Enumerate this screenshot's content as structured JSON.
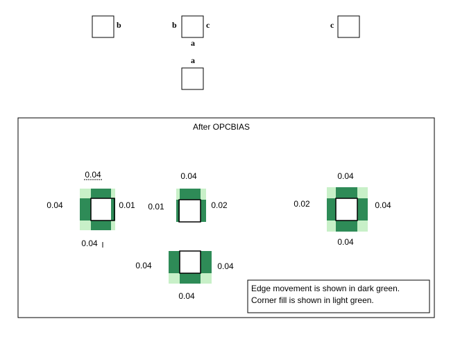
{
  "top_labels": {
    "b_left": "b",
    "b_mid": "b",
    "c_mid": "c",
    "a_mid": "a",
    "c_right": "c",
    "a_bottom": "a"
  },
  "panel": {
    "title": "After OPCBIAS",
    "left": {
      "top": "0.04",
      "left": "0.04",
      "right": "0.01",
      "bottom": "0.04"
    },
    "middle": {
      "top": "0.04",
      "left": "0.01",
      "right": "0.02"
    },
    "right": {
      "top": "0.04",
      "left": "0.02",
      "right": "0.04",
      "bottom": "0.04"
    },
    "bottom": {
      "left": "0.04",
      "right": "0.04",
      "bottom": "0.04"
    },
    "legend": {
      "line1": "Edge movement is shown in dark green.",
      "line2": "Corner fill is shown in light green."
    }
  },
  "colors": {
    "dark_green": "#2e8b57",
    "light_green": "#c8f0c8",
    "outline": "#000000"
  }
}
